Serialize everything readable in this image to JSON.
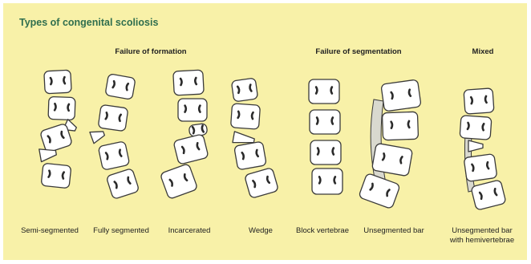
{
  "title": "Types of congenital scoliosis",
  "groups": {
    "formation": "Failure of formation",
    "segmentation": "Failure of segmentation",
    "mixed": "Mixed"
  },
  "captions": {
    "semi_segmented": "Semi-segmented",
    "fully_segmented": "Fully segmented",
    "incarcerated": "Incarcerated",
    "wedge": "Wedge",
    "block_vertebrae": "Block vertebrae",
    "unsegmented_bar": "Unsegmented bar",
    "unsegmented_bar_hemi_1": "Unsegmented bar",
    "unsegmented_bar_hemi_2": "with hemivertebrae"
  },
  "colors": {
    "background": "#f8f1a8",
    "title": "#2f6e4e",
    "vertebra_fill": "#ffffff",
    "vertebra_stroke": "#3a3a3a",
    "pedicle": "#2a2a2a",
    "fusion": "#d9d9cf"
  }
}
